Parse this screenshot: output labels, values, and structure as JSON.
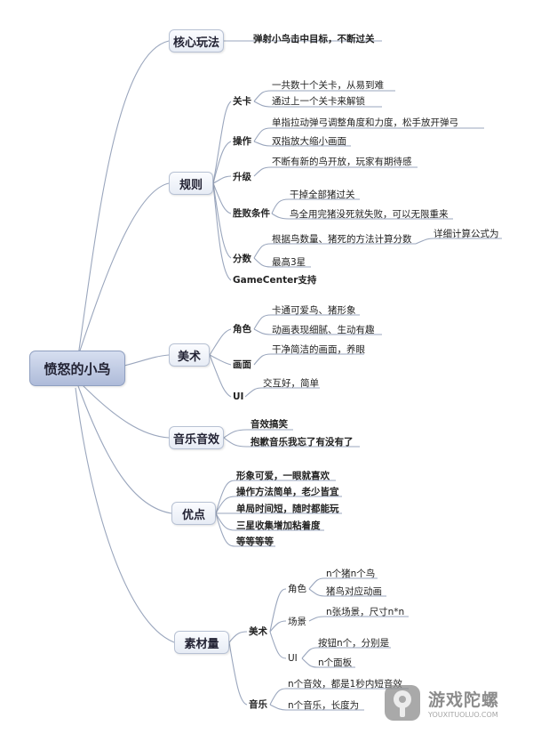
{
  "root": "愤怒的小鸟",
  "branches": {
    "core": {
      "label": "核心玩法",
      "items": [
        "弹射小鸟击中目标，不断过关"
      ]
    },
    "rules": {
      "label": "规则",
      "level": {
        "label": "关卡",
        "items": [
          "一共数十个关卡，从易到难",
          "通过上一个关卡来解锁"
        ]
      },
      "ops": {
        "label": "操作",
        "items": [
          "单指拉动弹弓调整角度和力度，松手放开弹弓",
          "双指放大缩小画面"
        ]
      },
      "upgrade": {
        "label": "升级",
        "items": [
          "不断有新的鸟开放，玩家有期待感"
        ]
      },
      "win": {
        "label": "胜败条件",
        "items": [
          "干掉全部猪过关",
          "鸟全用完猪没死就失败，可以无限重来"
        ]
      },
      "score": {
        "label": "分数",
        "items": [
          "根据鸟数量、猪死的方法计算分数",
          "最高3星"
        ],
        "sub": "详细计算公式为"
      },
      "gamecenter": "GameCenter支持"
    },
    "art": {
      "label": "美术",
      "role": {
        "label": "角色",
        "items": [
          "卡通可爱鸟、猪形象",
          "动画表现细腻、生动有趣"
        ]
      },
      "scene": {
        "label": "画面",
        "items": [
          "干净简洁的画面，养眼"
        ]
      },
      "ui": {
        "label": "UI",
        "items": [
          "交互好，简单"
        ]
      }
    },
    "music": {
      "label": "音乐音效",
      "items": [
        "音效搞笑",
        "抱歉音乐我忘了有没有了"
      ]
    },
    "pros": {
      "label": "优点",
      "items": [
        "形象可爱，一眼就喜欢",
        "操作方法简单，老少皆宜",
        "单局时间短，随时都能玩",
        "三星收集增加粘着度",
        "等等等等"
      ]
    },
    "assets": {
      "label": "素材量",
      "art": {
        "label": "美术",
        "role": {
          "label": "角色",
          "items": [
            "n个猪n个鸟",
            "猪鸟对应动画"
          ]
        },
        "scene": {
          "label": "场景",
          "items": [
            "n张场景，尺寸n*n"
          ]
        },
        "ui": {
          "label": "UI",
          "items": [
            "按钮n个，分别是",
            "n个面板"
          ]
        }
      },
      "music": {
        "label": "音乐",
        "items": [
          "n个音效，都是1秒内短音效",
          "n个音乐，长度为"
        ]
      }
    }
  },
  "watermark": {
    "cn": "游戏陀螺",
    "en": "YOUXITUOLUO.COM"
  },
  "colors": {
    "line": "#9aa6bd",
    "node_border": "#b7c1d3",
    "root_fill": "#b8c4e0"
  }
}
